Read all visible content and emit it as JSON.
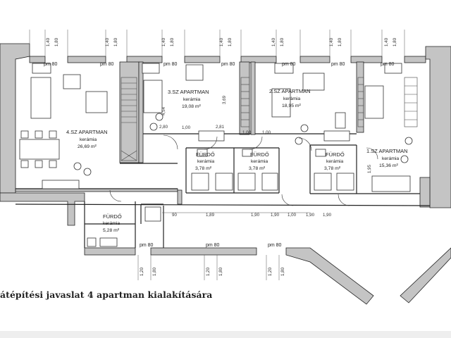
{
  "caption": "átépítési javaslat 4 apartman kialakítására",
  "rooms": [
    {
      "id": "apt4",
      "name": "4.SZ APARTMAN",
      "material": "kerámia",
      "area": "26,69 m²"
    },
    {
      "id": "apt3",
      "name": "3.SZ APARTMAN",
      "material": "kerámia",
      "area": "19,08 m²"
    },
    {
      "id": "apt2",
      "name": "2.SZ APARTMAN",
      "material": "kerámia",
      "area": "18,95 m²"
    },
    {
      "id": "apt1",
      "name": "1.SZ APARTMAN",
      "material": "kerámia",
      "area": "15,36 m²"
    },
    {
      "id": "bath_a",
      "name": "FÜRDŐ",
      "material": "kerámia",
      "area": "3,78 m²"
    },
    {
      "id": "bath_b",
      "name": "FÜRDŐ",
      "material": "kerámia",
      "area": "3,78 m²"
    },
    {
      "id": "bath_c",
      "name": "FÜRDŐ",
      "material": "kerámia",
      "area": "3,78 m²"
    },
    {
      "id": "bath_d",
      "name": "FÜRDŐ",
      "material": "kerámia",
      "area": "5,28 m²"
    }
  ],
  "top_dims": [
    "1,40",
    "1,80",
    "1,40",
    "1,80",
    "1,40",
    "1,80",
    "1,40",
    "1,80",
    "1,40",
    "1,80",
    "1,40",
    "1,80",
    "1,40",
    "1,80"
  ],
  "pm_labels": [
    "pm 80",
    "pm 80",
    "pm 80",
    "pm 80",
    "pm 80",
    "pm 80",
    "pm 80",
    "pm 80",
    "pm 80",
    "pm 80"
  ],
  "inner_dims": [
    "2,80",
    "2,81",
    "1,00",
    "1,95",
    "4,54",
    "3,69",
    "1,00",
    "1,00"
  ],
  "corridor_dims": [
    "90",
    "1,89",
    "1,90",
    "1,90",
    "1,00",
    "1,90",
    "1,90"
  ],
  "bottom_dims": [
    "1,20",
    "1,80",
    "1,20",
    "1,80",
    "1,20",
    "1,80"
  ],
  "colors": {
    "wall": "#bdbdbd",
    "line": "#222222",
    "footer": "#eeeeee"
  }
}
